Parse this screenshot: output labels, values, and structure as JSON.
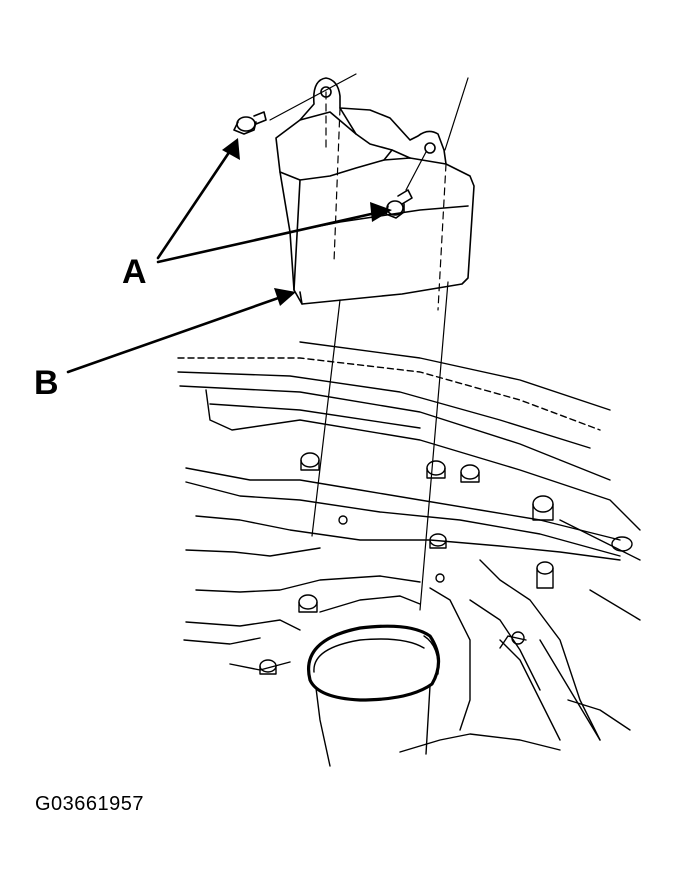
{
  "callouts": {
    "a": "A",
    "b": "B"
  },
  "figure_id": "G03661957",
  "colors": {
    "ink": "#000000",
    "paper": "#ffffff"
  }
}
